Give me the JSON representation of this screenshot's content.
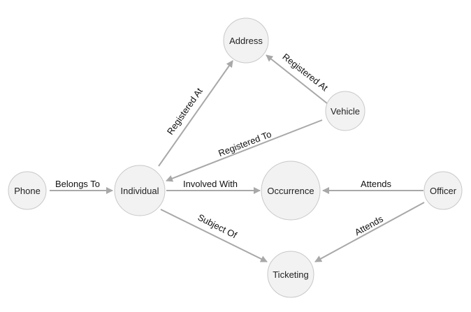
{
  "colors": {
    "node_fill": "#f2f2f2",
    "node_stroke": "#c8c8c8",
    "edge": "#a8a8a8"
  },
  "nodes": {
    "address": "Address",
    "vehicle": "Vehicle",
    "phone": "Phone",
    "individual": "Individual",
    "occurrence": "Occurrence",
    "officer": "Officer",
    "ticketing": "Ticketing"
  },
  "edges": {
    "phone_individual": "Belongs To",
    "individual_address": "Registered At",
    "vehicle_address": "Registered At",
    "vehicle_individual": "Registered To",
    "individual_occurrence": "Involved With",
    "officer_occurrence": "Attends",
    "individual_ticketing": "Subject Of",
    "officer_ticketing": "Attends"
  }
}
